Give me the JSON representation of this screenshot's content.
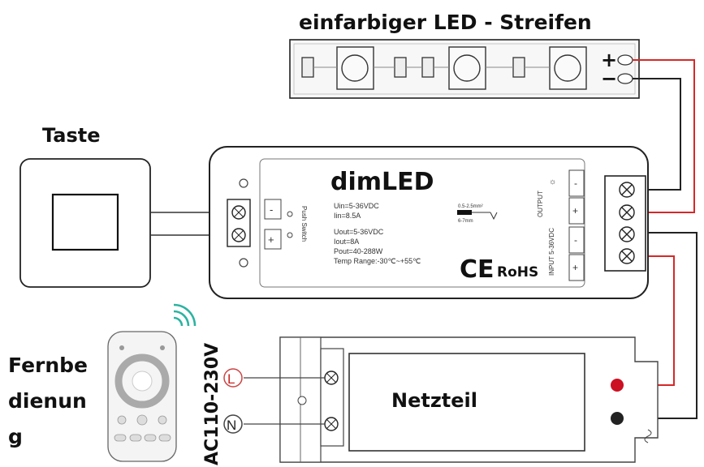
{
  "led_strip": {
    "title": "einfarbiger LED - Streifen",
    "plus": "+",
    "minus": "−"
  },
  "button": {
    "label": "Taste"
  },
  "remote": {
    "label_line1": "Fernbe",
    "label_line2": "dienun",
    "label_line3": "g"
  },
  "controller": {
    "brand": "dimLED",
    "spec_in_1": "Uin=5-36VDC",
    "spec_in_2": "Iin=8.5A",
    "spec_out_1": "Uout=5-36VDC",
    "spec_out_2": "Iout=8A",
    "spec_out_3": "Pout=40-288W",
    "spec_temp": "Temp Range:-30℃~+55℃",
    "push_switch": "Push Switch",
    "wire_1": "0.5-2.5mm²",
    "wire_2": "6-7mm",
    "output_label": "OUTPUT",
    "input_label": "INPUT 5-36VDC",
    "ce": "CE",
    "rohs": "RoHS",
    "minus": "-",
    "plus": "+"
  },
  "psu": {
    "label": "Netzteil",
    "ac_label": "AC110-230V",
    "l_label": "L",
    "n_label": "N"
  },
  "colors": {
    "wire_red": "#d62828",
    "wire_black": "#222222",
    "terminal_red": "#cc1122",
    "wifi": "#2bb3a0"
  }
}
